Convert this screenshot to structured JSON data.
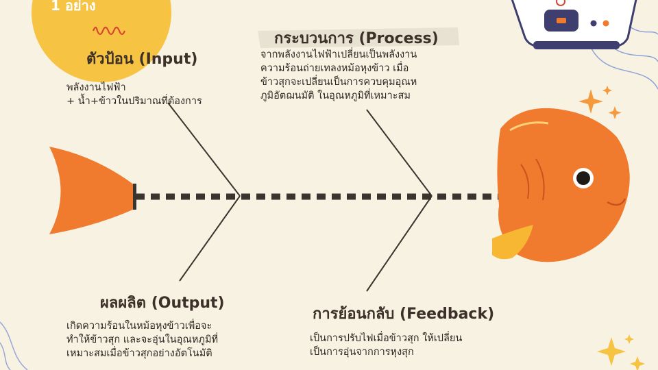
{
  "badge": {
    "text": "1 อย่าง"
  },
  "sections": {
    "input": {
      "title": "ตัวป้อน (Input)",
      "lines": [
        "พลังงานไฟฟ้า",
        "+ น้ำ+ข้าวในปริมาณที่ต้องการ"
      ]
    },
    "process": {
      "title": "กระบวนการ (Process)",
      "lines": [
        "จากพลังงานไฟฟ้าเปลี่ยนเป็นพลังงาน",
        "ความร้อนถ่ายเทลงหม้อหุงข้าว เมื่อ",
        "ข้าวสุกจะเปลี่ยนเป็นการควบคุมอุณห",
        "ภูมิอัตฌนมัติ ในอุณหภูมิที่เหมาะสม"
      ]
    },
    "output": {
      "title": "ผลผลิต (Output)",
      "lines": [
        "เกิดความร้อนในหม้อหุงข้าวเพื่อจะ",
        "ทำให้ข้าวสุก และจะอุ่นในอุณหภูมิที่",
        "เหมาะสมเมื่อข้าวสุกอย่างอัตโนมัติ"
      ]
    },
    "feedback": {
      "title": "การย้อนกลับ (Feedback)",
      "lines": [
        "เป็นการปรับไฟเมื่อข้าวสุก ให้เปลี่ยน",
        "เป็นการอุ่นจากการหุงสุก"
      ]
    }
  },
  "colors": {
    "background": "#f8f2e3",
    "fish": "#f07a2e",
    "spine": "#3a332e",
    "badge": "#f6c342",
    "sparkle": "#f59a3c"
  },
  "icons": [
    "fish-head",
    "fish-tail",
    "rice-cooker",
    "sparkle-icon"
  ]
}
